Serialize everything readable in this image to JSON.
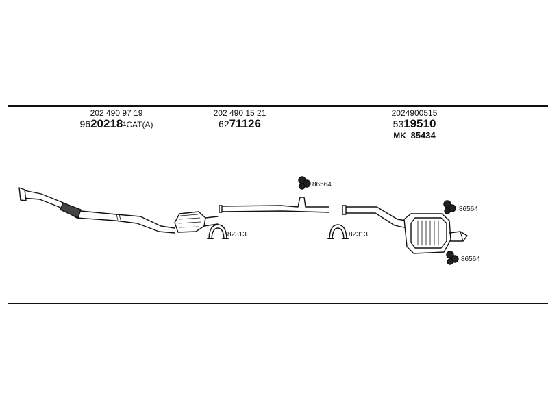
{
  "parts": [
    {
      "oe": "202 490 97 19",
      "prefix": "96",
      "number": "20218",
      "sup": "1",
      "suffix": "CAT(A)"
    },
    {
      "oe": "202 490 15 21",
      "prefix": "62",
      "number": "71126"
    },
    {
      "oe": "2024900515",
      "prefix": "53",
      "number": "19510",
      "mk_prefix": "MK",
      "mk_number": "85434"
    }
  ],
  "callouts": {
    "clamp_1": "82313",
    "clamp_2": "82313",
    "rubber_mid": "86564",
    "rubber_rear_top": "86564",
    "rubber_rear_bottom": "86564"
  }
}
